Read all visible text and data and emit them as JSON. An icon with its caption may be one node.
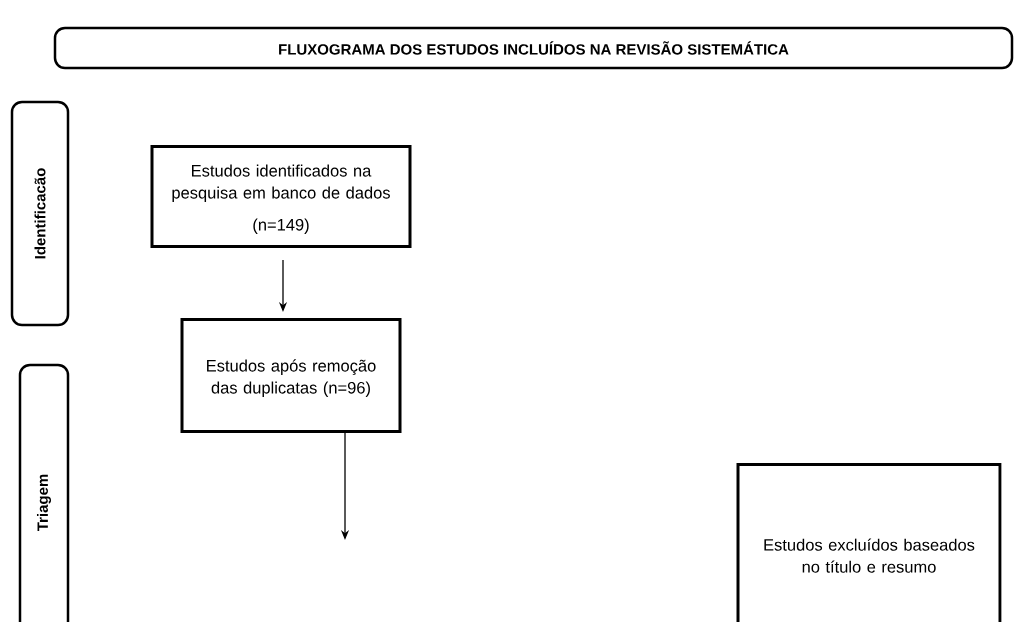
{
  "diagram": {
    "nodes": [
      {
        "text": [
          "FLUXOGRAMA DOS ESTUDOS INCLUÍDOS NA REVISÃO SISTEMÁTICA"
        ]
      },
      {
        "text": [
          "Identificacão"
        ]
      },
      {
        "text": [
          "Estudos identificados na pesquisa em banco de dados",
          "(n=149)"
        ]
      },
      {
        "text": [
          "Estudos após remoção das duplicatas (n=96)"
        ]
      },
      {
        "text": [
          "Triagem"
        ]
      },
      {
        "text": [
          "Estudos excluídos baseados no título e resumo"
        ]
      }
    ],
    "edges": [
      {
        "from": 2,
        "to": 3,
        "arrow": "to"
      },
      {
        "from": 3,
        "to": null,
        "arrow": "to"
      }
    ]
  }
}
